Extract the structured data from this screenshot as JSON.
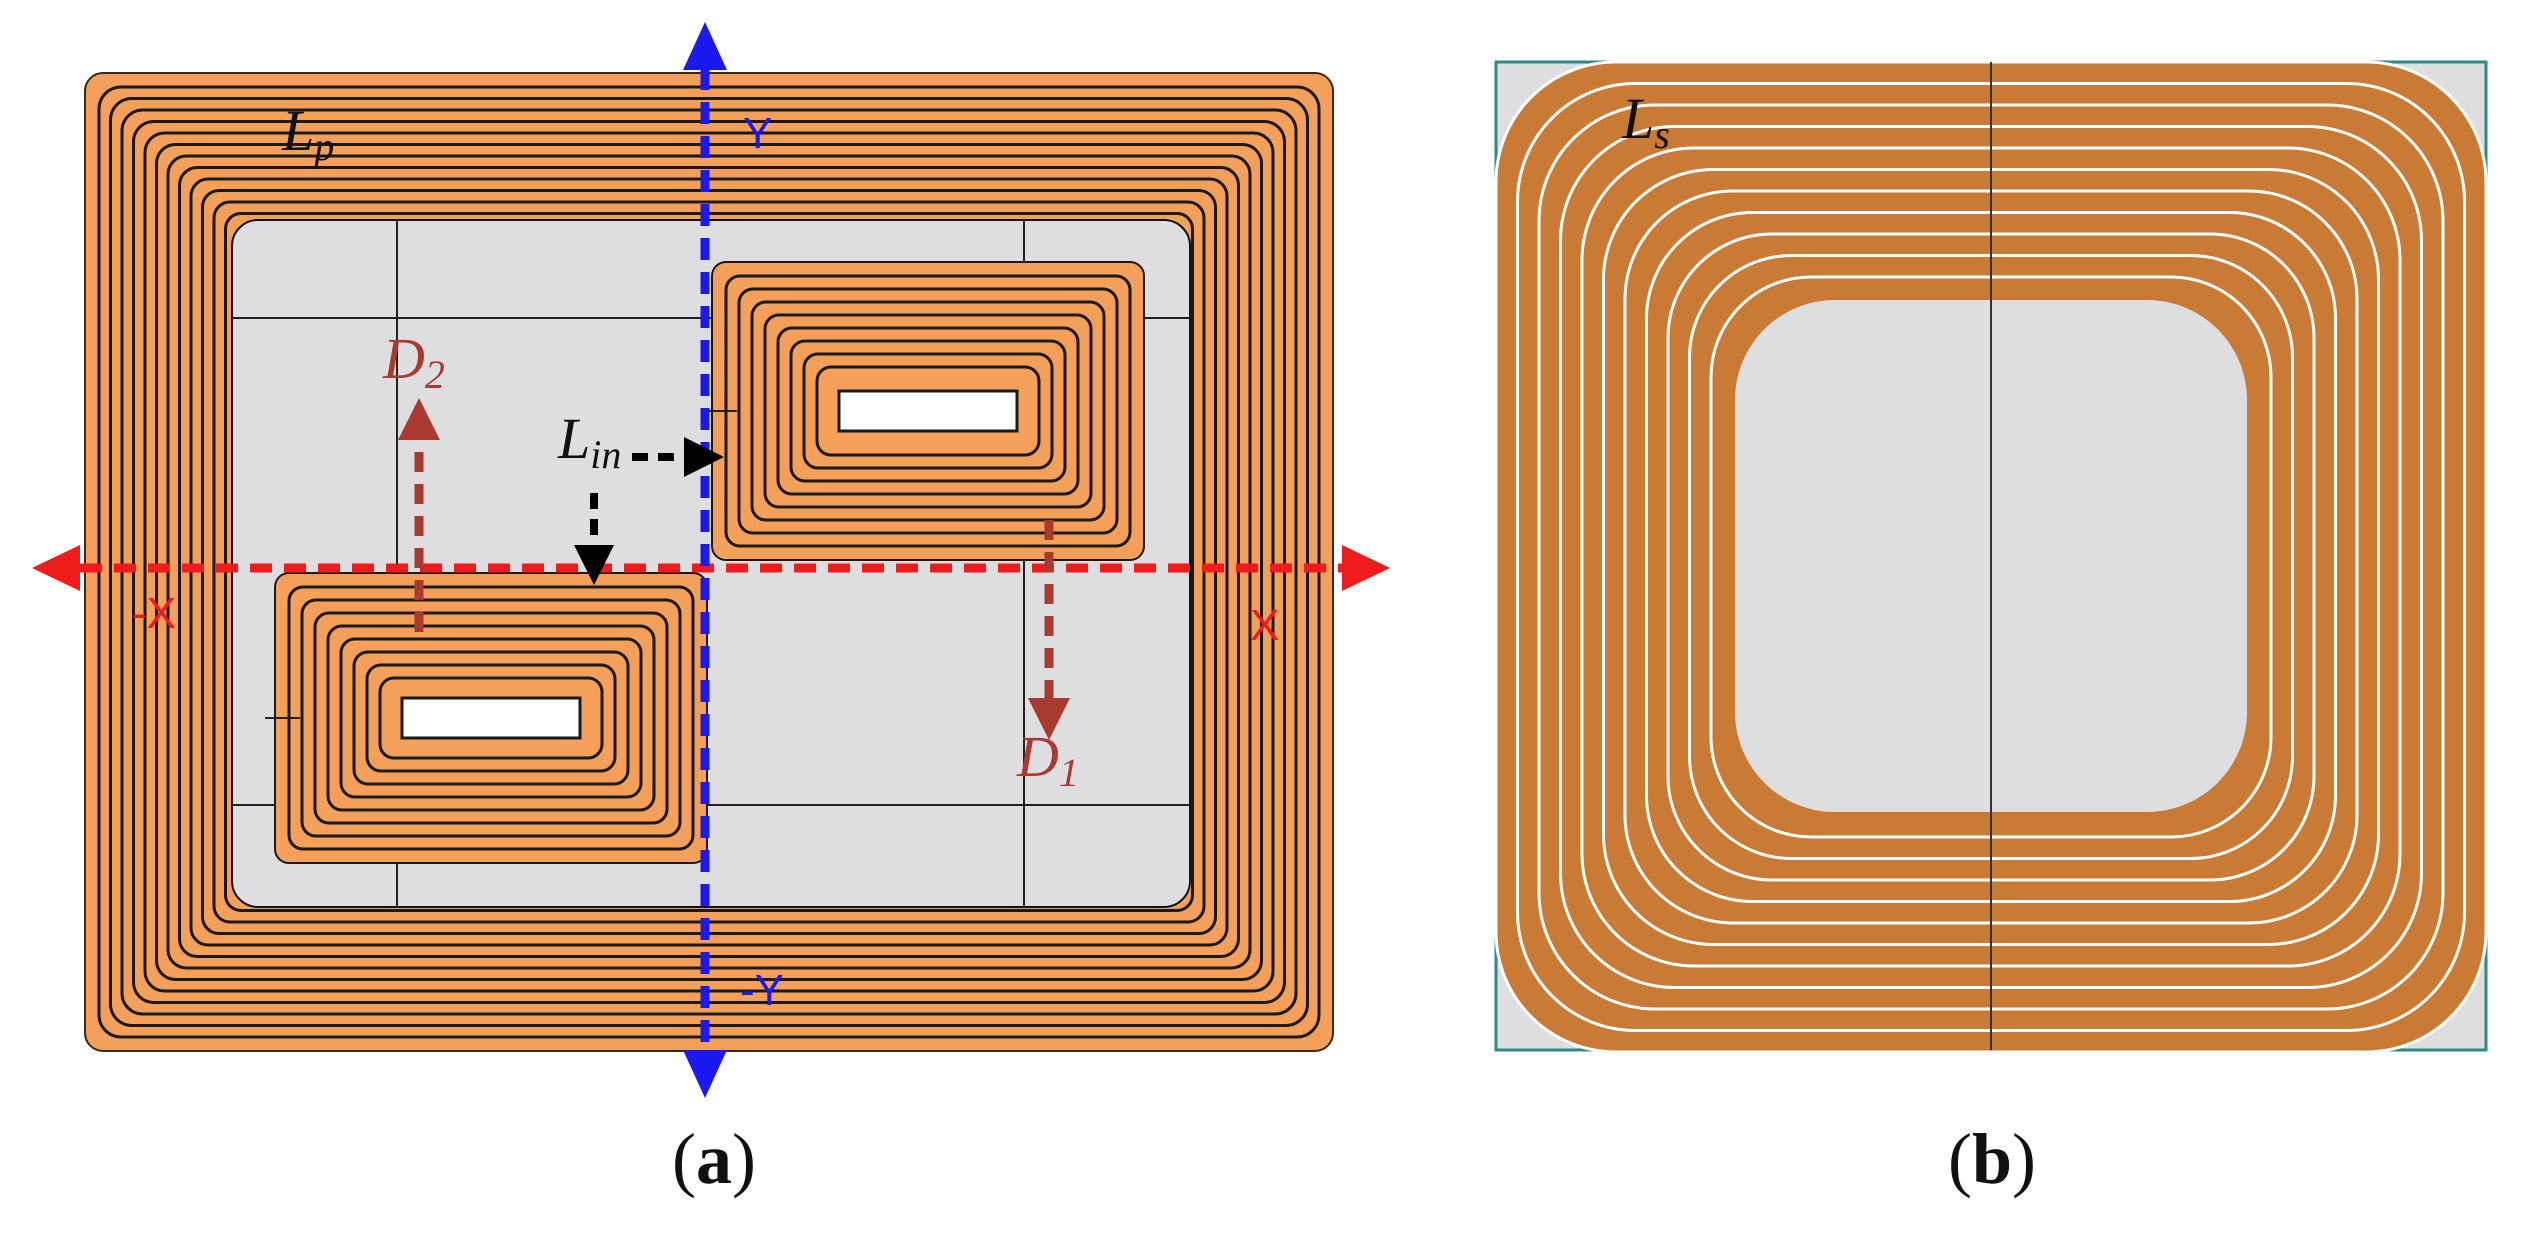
{
  "panel_a": {
    "outer_coil_label": {
      "main": "L",
      "sub": "p"
    },
    "inner_coil_label": {
      "main": "L",
      "sub": "in"
    },
    "d1_label": {
      "main": "D",
      "sub": "1"
    },
    "d2_label": {
      "main": "D",
      "sub": "2"
    },
    "axis_x_pos": "X",
    "axis_x_neg": "-X",
    "axis_y_pos": "Y",
    "axis_y_neg": "-Y",
    "caption": {
      "open": "(",
      "letter": "a",
      "close": ")"
    }
  },
  "panel_b": {
    "coil_label": {
      "main": "L",
      "sub": "s"
    },
    "caption": {
      "open": "(",
      "letter": "b",
      "close": ")"
    }
  },
  "colors": {
    "copper_light": "#F4A05A",
    "copper_dark": "#C97A35",
    "background_grey": "#DEDEE0",
    "x_axis_red": "#EE1C1C",
    "y_axis_blue": "#1A1AF0",
    "dim_arrow_brown": "#A93A30",
    "leader_black": "#000000",
    "frame_teal": "#2E8B8B"
  },
  "icons": [
    "x-axis-double-arrow",
    "y-axis-double-arrow",
    "d1-dimension-arrow",
    "d2-dimension-arrow",
    "lin-leader-arrow"
  ]
}
